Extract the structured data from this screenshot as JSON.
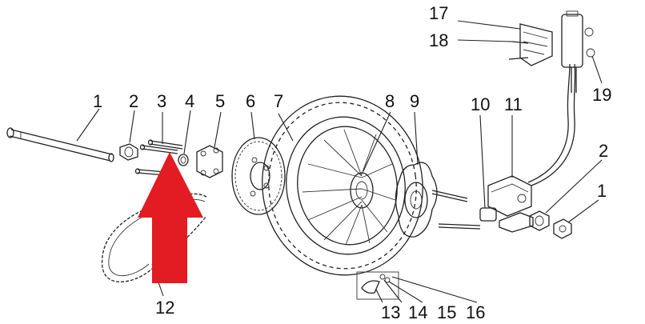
{
  "diagram": {
    "accent_color": "#e31b23",
    "callouts": [
      {
        "id": "c1a",
        "text": "1"
      },
      {
        "id": "c2a",
        "text": "2"
      },
      {
        "id": "c3",
        "text": "3"
      },
      {
        "id": "c4",
        "text": "4"
      },
      {
        "id": "c5",
        "text": "5"
      },
      {
        "id": "c6",
        "text": "6"
      },
      {
        "id": "c7",
        "text": "7"
      },
      {
        "id": "c8",
        "text": "8"
      },
      {
        "id": "c9",
        "text": "9"
      },
      {
        "id": "c10",
        "text": "10"
      },
      {
        "id": "c11",
        "text": "11"
      },
      {
        "id": "c17",
        "text": "17"
      },
      {
        "id": "c18",
        "text": "18"
      },
      {
        "id": "c19",
        "text": "19"
      },
      {
        "id": "c2b",
        "text": "2"
      },
      {
        "id": "c1b",
        "text": "1"
      },
      {
        "id": "c12",
        "text": "12"
      },
      {
        "id": "c13",
        "text": "13"
      },
      {
        "id": "c14",
        "text": "14"
      },
      {
        "id": "c15",
        "text": "15"
      },
      {
        "id": "c16",
        "text": "16"
      }
    ],
    "icons": {
      "arrow": "arrow-up-icon"
    }
  }
}
